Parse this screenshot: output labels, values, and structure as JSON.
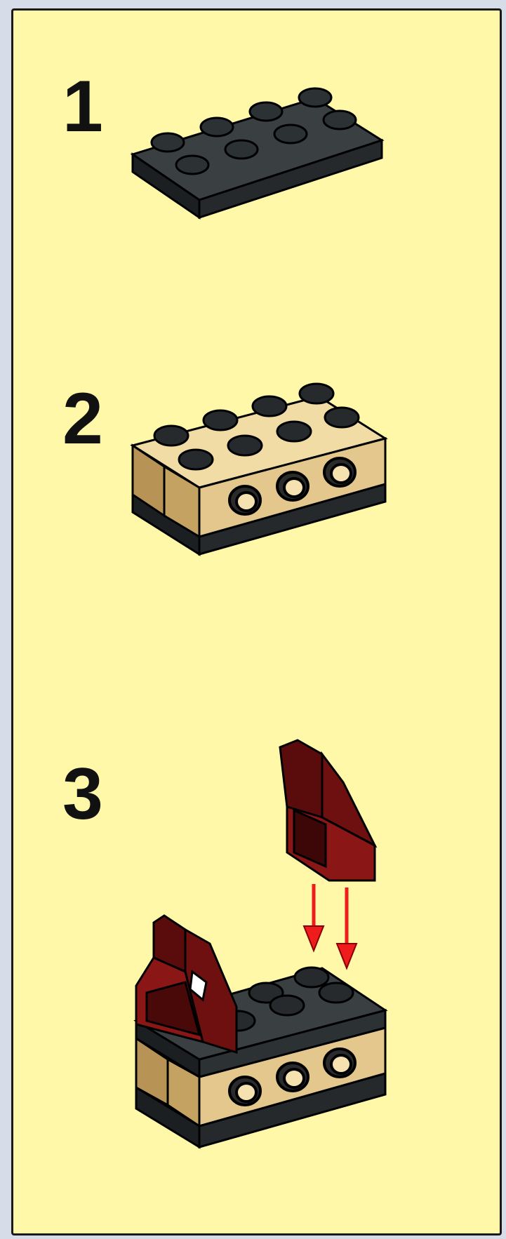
{
  "steps": [
    {
      "number": "1",
      "description_icon": "black-plate-2x4-icon"
    },
    {
      "number": "2",
      "description_icon": "tan-technic-bricks-assembly-icon"
    },
    {
      "number": "3",
      "description_icon": "dark-red-slope-assembly-icon",
      "arrow_icon": "red-down-arrow-icon"
    }
  ],
  "colors": {
    "background": "#fff8a8",
    "border": "#1a1a1a",
    "black_brick": "#262a2c",
    "tan_brick": "#e3c78c",
    "dark_red": "#7a1010",
    "arrow": "#ee1c1c"
  }
}
